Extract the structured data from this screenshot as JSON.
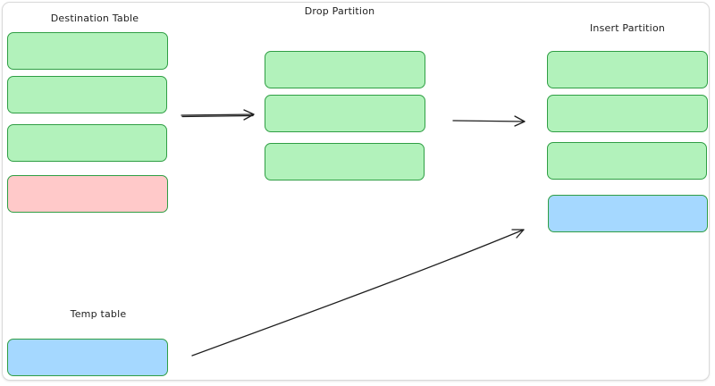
{
  "colors": {
    "partition_fill": "#b2f2bb",
    "dropped_partition_fill": "#ffc9c9",
    "new_partition_fill": "#a5d8ff",
    "box_stroke": "#2f9e44",
    "arrow_stroke": "#1e1e1e",
    "text": "#1e1e1e"
  },
  "labels": {
    "destination_table": "Destination Table",
    "drop_partition": "Drop Partition",
    "insert_partition": "Insert Partition",
    "temp_table": "Temp table"
  },
  "groups": {
    "destination_table": {
      "partitions": [
        "existing",
        "existing",
        "existing",
        "to-be-dropped"
      ]
    },
    "drop_partition": {
      "partitions": [
        "existing",
        "existing",
        "existing"
      ]
    },
    "insert_partition": {
      "partitions": [
        "existing",
        "existing",
        "existing",
        "inserted"
      ]
    },
    "temp_table": {
      "partitions": [
        "inserted"
      ]
    }
  },
  "arrows": [
    {
      "from": "destination-table",
      "to": "drop-partition"
    },
    {
      "from": "drop-partition",
      "to": "insert-partition"
    },
    {
      "from": "temp-table",
      "to": "insert-partition"
    }
  ]
}
